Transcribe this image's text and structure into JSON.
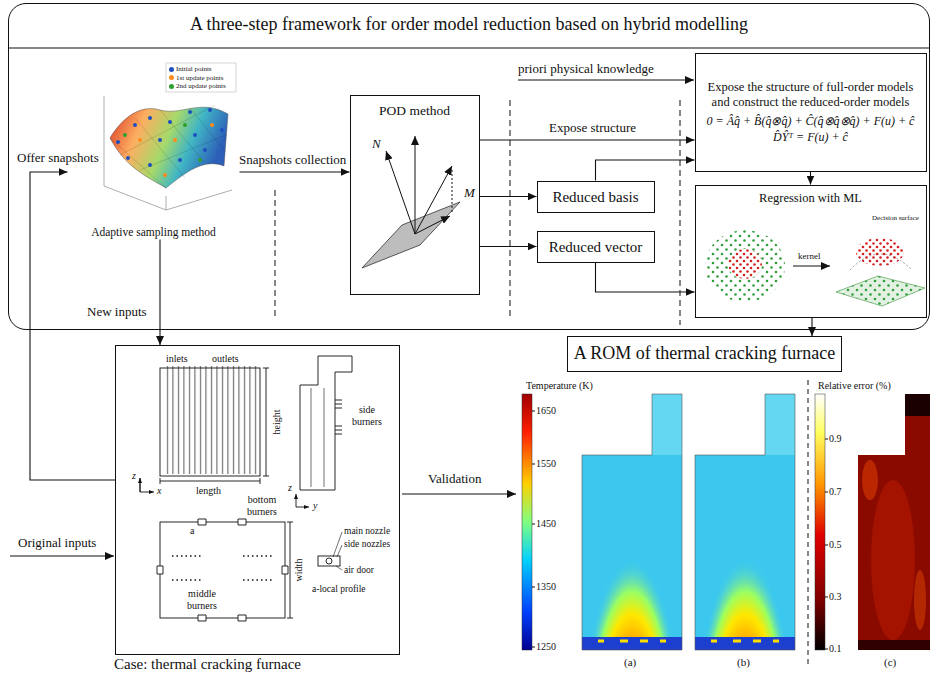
{
  "diagram": {
    "nodes": [
      {
        "text": [
          "A three-step framework for order model reduction based on hybrid modelling"
        ]
      },
      {
        "text": [
          "Adaptive sampling method"
        ],
        "in": 0
      },
      {
        "text": [
          "POD method"
        ],
        "in": 0
      },
      {
        "text": [
          "Reduced basis"
        ],
        "in": 0
      },
      {
        "text": [
          "Reduced vector"
        ],
        "in": 0
      },
      {
        "text": [
          "Expose the structure of full-order models and construct the reduced-order models",
          "0 = Âq̂ + B̂(q̂⊗q̂) + Ĉ(q̂⊗q̂⊗q̂) + F(u) + ĉ",
          "D̂Ŷᵀ = F(u) + ĉ"
        ],
        "in": 0
      },
      {
        "text": [
          "Regression with ML"
        ],
        "in": 0
      },
      {
        "text": [
          "Case: thermal cracking furnace"
        ]
      },
      {
        "text": [
          "A ROM of thermal cracking furnace"
        ]
      }
    ],
    "edges": [
      {
        "from": 1,
        "to": 2,
        "label": "Snapshots collection",
        "arrow": "to"
      },
      {
        "from": 2,
        "to": 5,
        "label": "Expose structure",
        "arrow": "to"
      },
      {
        "from": 2,
        "to": 3,
        "arrow": "to"
      },
      {
        "from": 2,
        "to": 4,
        "arrow": "to"
      },
      {
        "from": 3,
        "to": 5,
        "arrow": "to"
      },
      {
        "from": 4,
        "to": 6,
        "arrow": "to"
      },
      {
        "from": 5,
        "to": 6,
        "arrow": "to"
      },
      {
        "from": 7,
        "to": 1,
        "label": "Offer snapshots",
        "arrow": "to"
      },
      {
        "from": 1,
        "to": 7,
        "label": "New inputs",
        "arrow": "to"
      },
      {
        "from": 6,
        "to": 8,
        "arrow": "to"
      }
    ],
    "labels": [
      "priori physical knowledge",
      "Original inputs",
      "Validation",
      "N",
      "M",
      "kernel",
      "Decision surface",
      "inlets",
      "outlets",
      "height",
      "length",
      "z",
      "x",
      "side burners",
      "z",
      "y",
      "bottom burners",
      "a",
      "middle burners",
      "width",
      "main nozzle",
      "side nozzles",
      "air door",
      "a-local profile",
      "Temperature (K)",
      "1650",
      "1550",
      "1450",
      "1350",
      "1250",
      "Relative error (%)",
      "0.9",
      "0.7",
      "0.5",
      "0.3",
      "0.1",
      "(a)",
      "(b)",
      "(c)"
    ],
    "legend": [
      {
        "text": "Initial points",
        "color": "#1f4fbf"
      },
      {
        "text": "1st update points",
        "color": "#ff8c1a"
      },
      {
        "text": "2nd update points",
        "color": "#2ca02c"
      }
    ]
  }
}
